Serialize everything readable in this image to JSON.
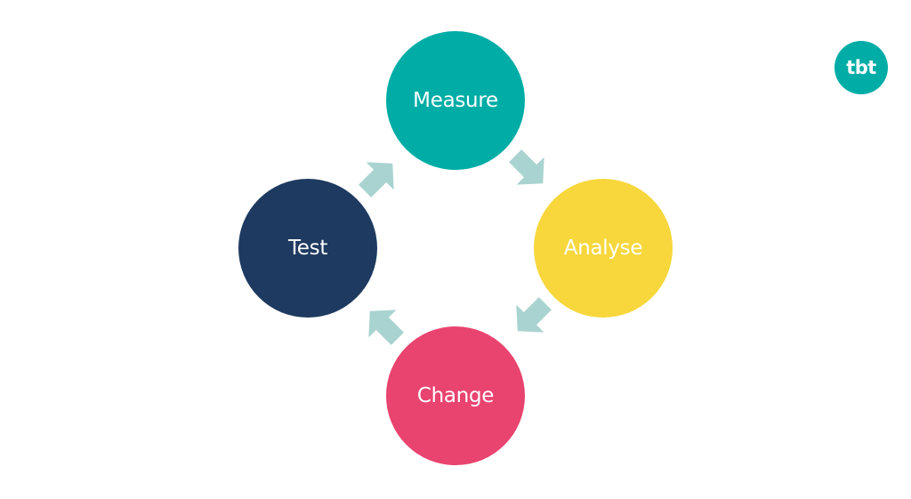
{
  "diagram": {
    "nodes": [
      {
        "id": "measure",
        "label": "Measure",
        "color": "#00ADA6"
      },
      {
        "id": "analyse",
        "label": "Analyse",
        "color": "#F7D73C"
      },
      {
        "id": "change",
        "label": "Change",
        "color": "#E9436F"
      },
      {
        "id": "test",
        "label": "Test",
        "color": "#1E3A60"
      }
    ],
    "edges": [
      {
        "from": "measure",
        "to": "analyse"
      },
      {
        "from": "analyse",
        "to": "change"
      },
      {
        "from": "change",
        "to": "test"
      },
      {
        "from": "test",
        "to": "measure"
      }
    ],
    "arrow_color": "#A9D3D1"
  },
  "logo": {
    "text": "tbt",
    "color": "#00ADA6"
  }
}
